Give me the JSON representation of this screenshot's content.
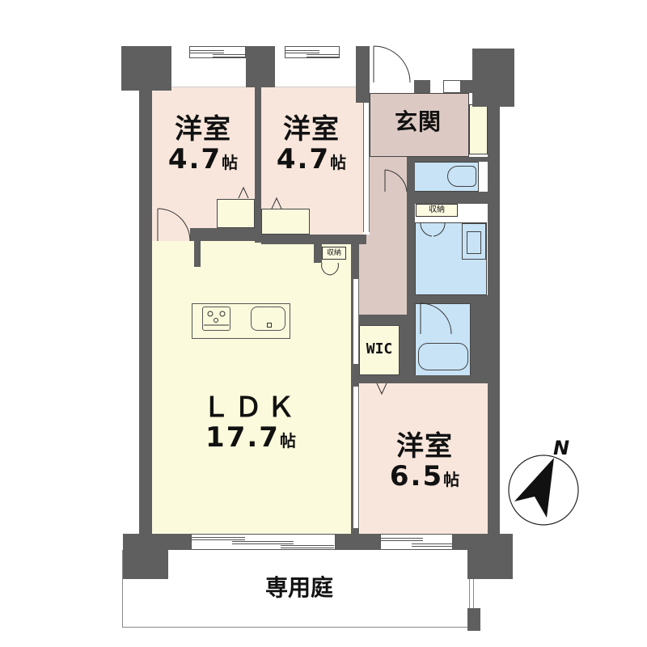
{
  "floorplan": {
    "rooms": [
      {
        "id": "western-room-1",
        "name": "洋室",
        "size": "4.7",
        "unit": "帖",
        "color": "#f8e6dc"
      },
      {
        "id": "western-room-2",
        "name": "洋室",
        "size": "4.7",
        "unit": "帖",
        "color": "#f8e6dc"
      },
      {
        "id": "entrance",
        "name": "玄関",
        "color": "#ddc9c4"
      },
      {
        "id": "ldk",
        "name": "ＬＤＫ",
        "size": "17.7",
        "unit": "帖",
        "color": "#fbfadc"
      },
      {
        "id": "western-room-3",
        "name": "洋室",
        "size": "6.5",
        "unit": "帖",
        "color": "#f8e6dc"
      },
      {
        "id": "wic",
        "name": "WIC",
        "color": "#fbfadc"
      },
      {
        "id": "private-garden",
        "name": "専用庭",
        "color": "#ffffff"
      }
    ],
    "storage_labels": [
      "収納",
      "収納"
    ],
    "wet_area_color": "#c8e3f6",
    "wall_color": "#5f5f5f",
    "compass": {
      "label": "N"
    }
  }
}
